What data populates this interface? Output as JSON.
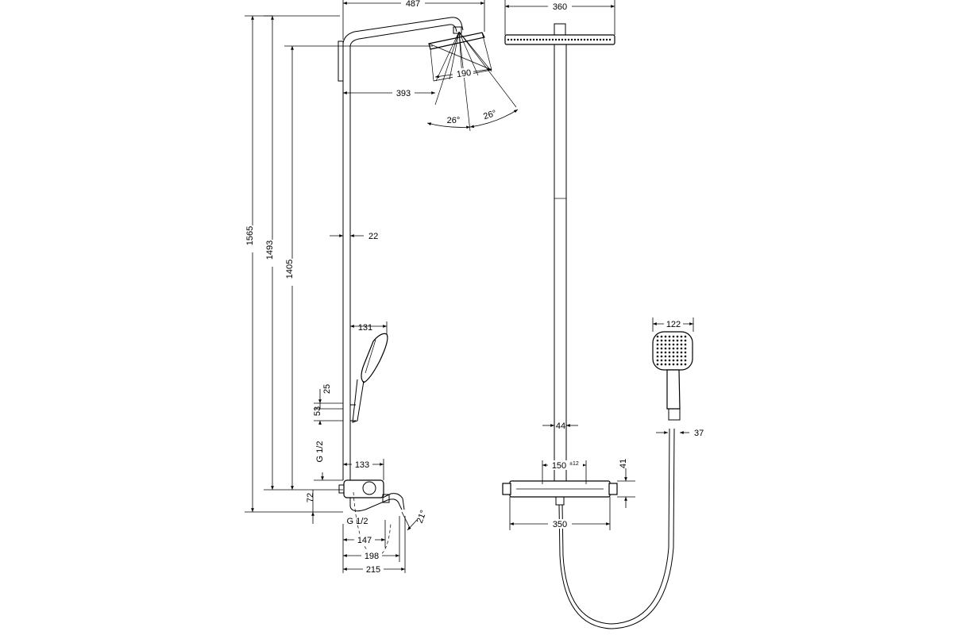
{
  "dimensions": {
    "d_487": "487",
    "d_360": "360",
    "d_190": "190",
    "d_393": "393",
    "d_26a": "26°",
    "d_26b": "26°",
    "d_1565": "1565",
    "d_1493": "1493",
    "d_1405": "1405",
    "d_22": "22",
    "d_131": "131",
    "d_25": "25",
    "d_53": "53",
    "d_g12_left": "G 1/2",
    "d_133": "133",
    "d_72": "72",
    "d_g12_bottom": "G 1/2",
    "d_21": "21°",
    "d_147": "147",
    "d_198": "198",
    "d_215": "215",
    "d_44": "44",
    "d_150": "150",
    "d_150_tol": "±12",
    "d_41": "41",
    "d_350": "350",
    "d_122": "122",
    "d_37": "37"
  },
  "colors": {
    "line": "#000000",
    "background": "#ffffff"
  }
}
